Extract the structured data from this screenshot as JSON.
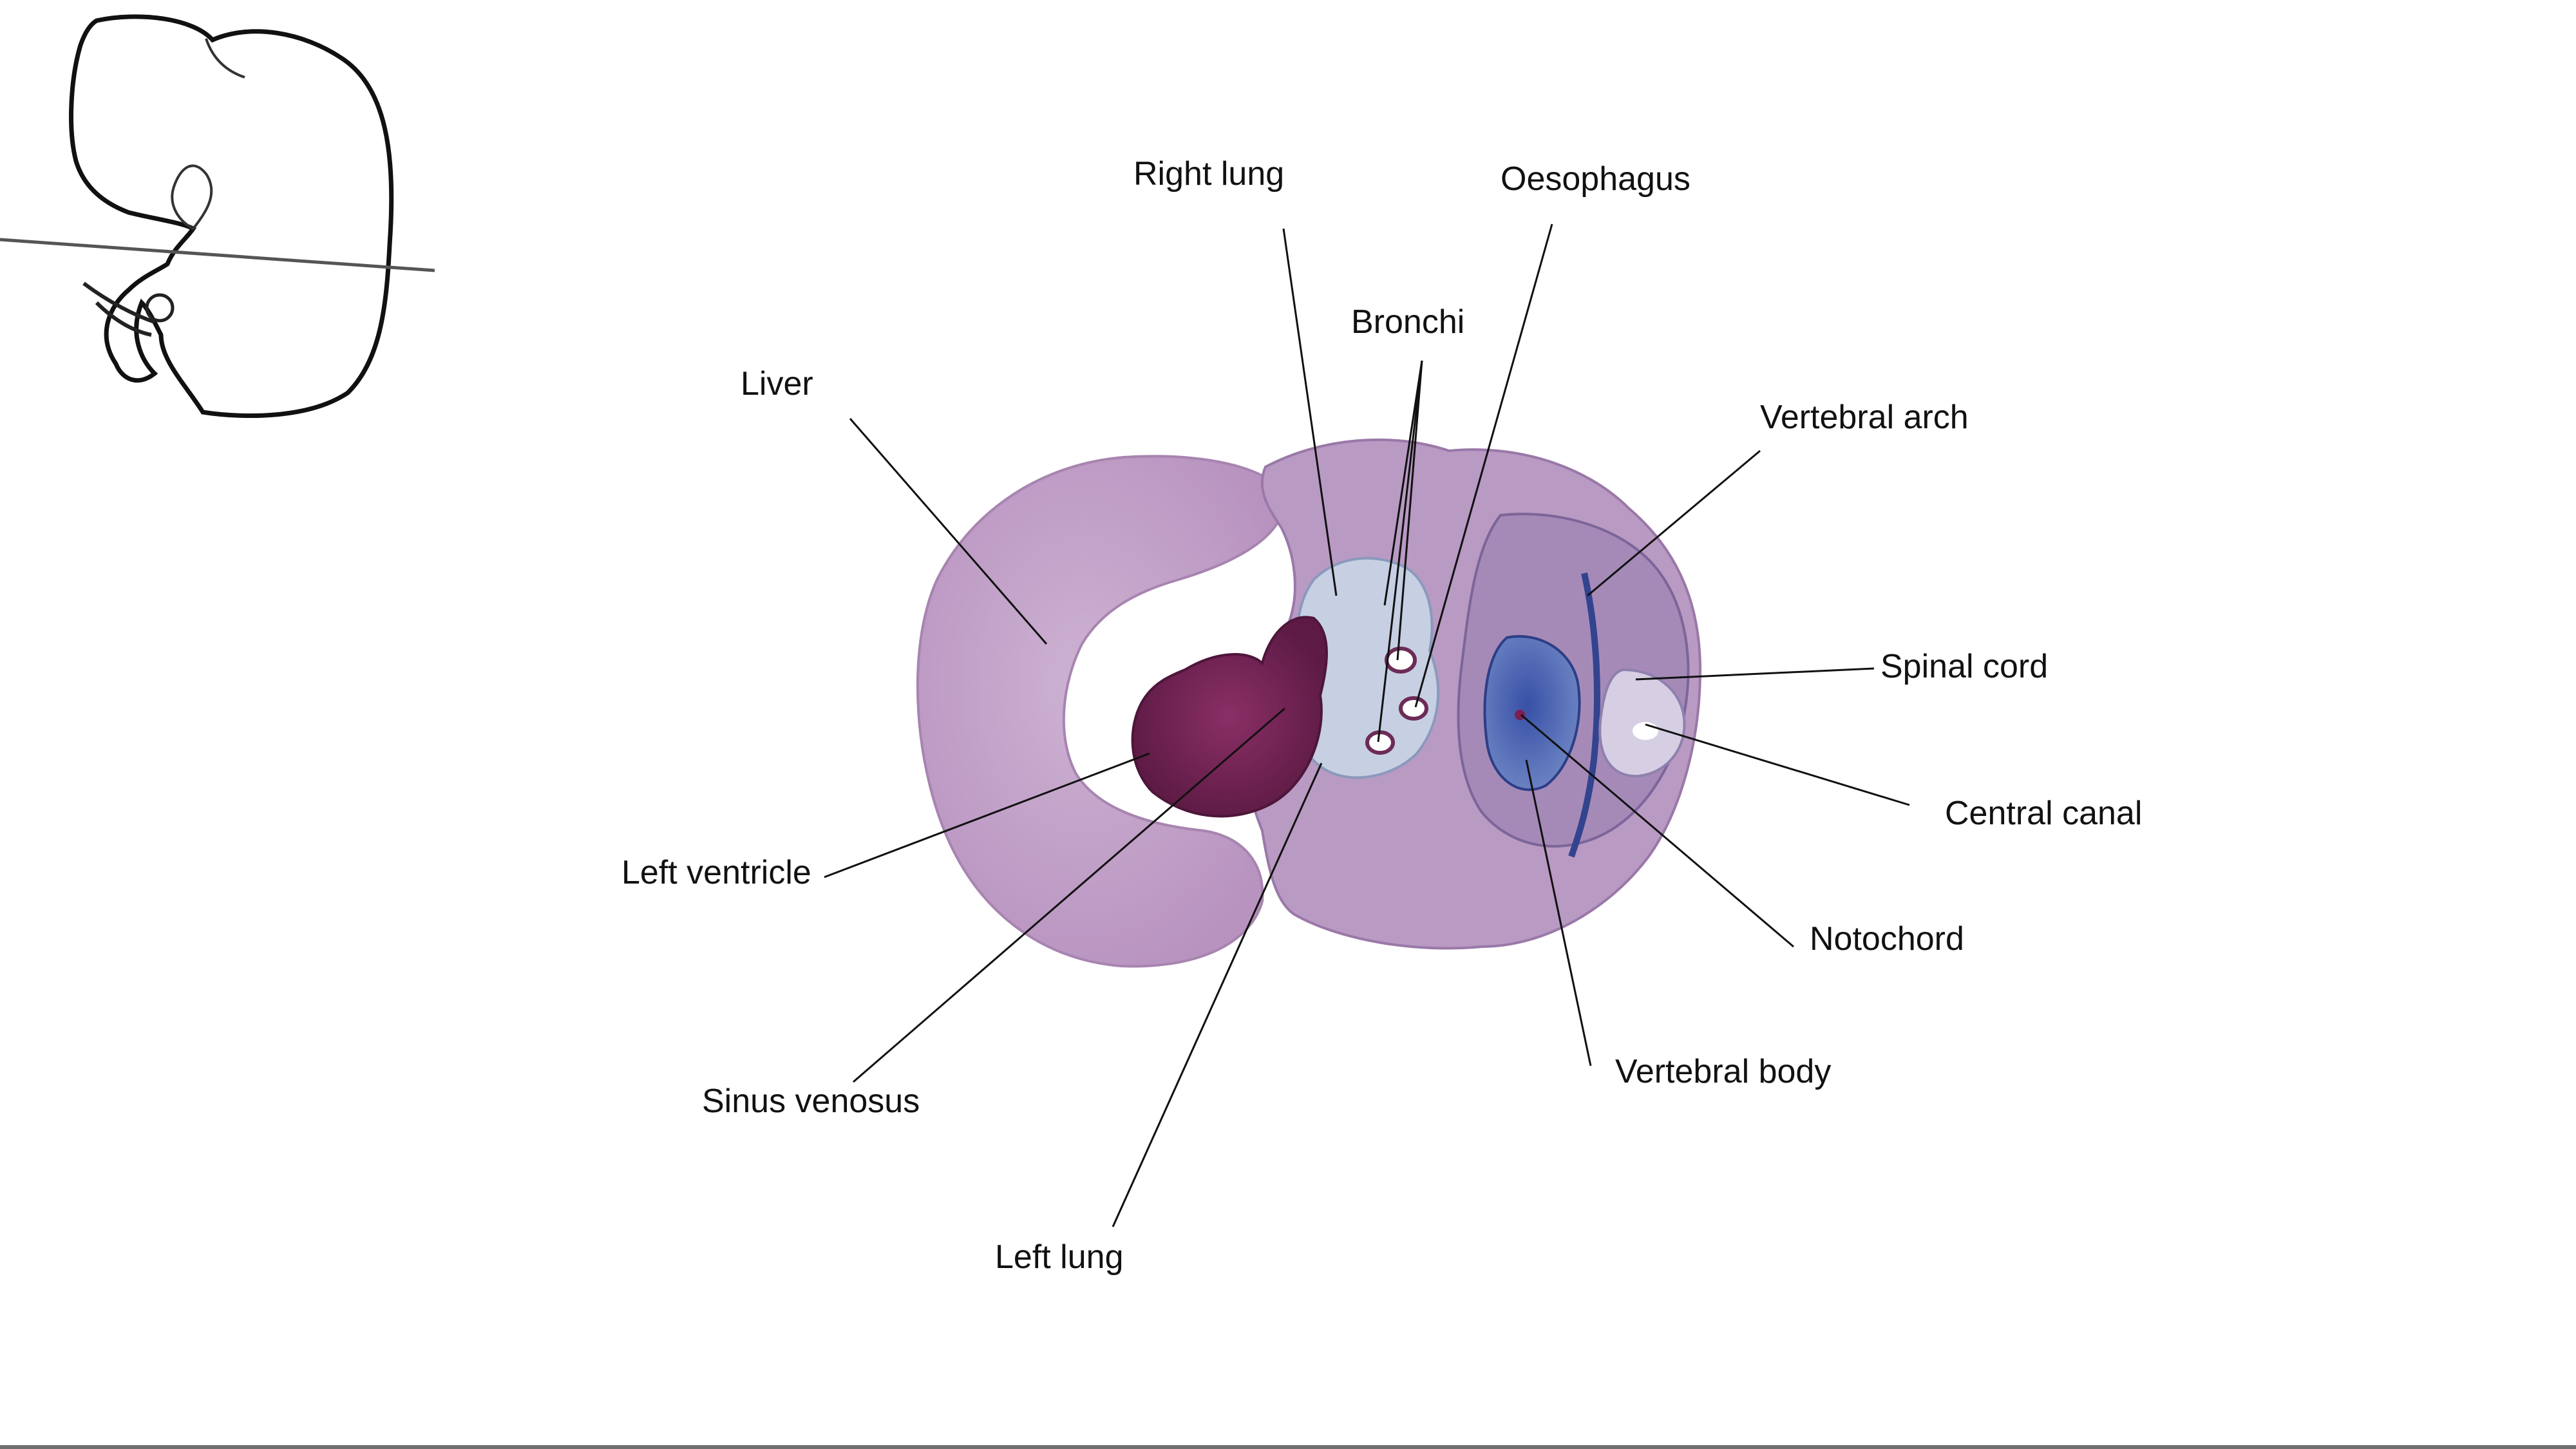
{
  "figure": {
    "orientation_sketch": "embryo outline with transverse section line",
    "labels": {
      "right_lung": "Right lung",
      "oesophagus": "Oesophagus",
      "bronchi": "Bronchi",
      "liver": "Liver",
      "vertebral_arch": "Vertebral arch",
      "spinal_cord": "Spinal cord",
      "central_canal": "Central canal",
      "notochord": "Notochord",
      "vertebral_body": "Vertebral body",
      "left_ventricle": "Left ventricle",
      "sinus_venosus": "Sinus venosus",
      "left_lung": "Left lung"
    }
  },
  "colors": {
    "tissue_light": "#c7a9cc",
    "tissue_mid": "#a17bb1",
    "cartilage_blue": "#4a62ac",
    "heart_dark": "#6a1f4e",
    "line": "#111111"
  }
}
